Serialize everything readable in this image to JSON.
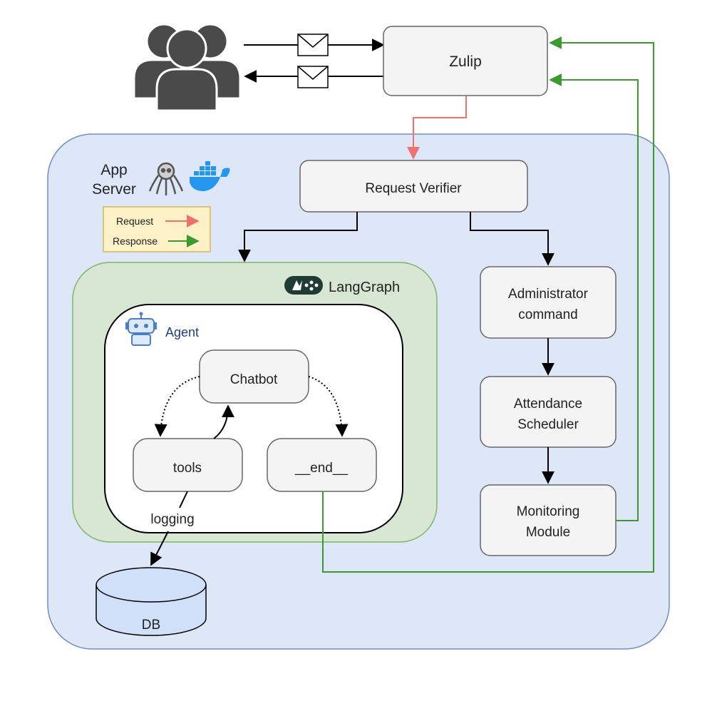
{
  "external": {
    "zulip": "Zulip"
  },
  "app_server": {
    "title_line1": "App",
    "title_line2": "Server"
  },
  "legend": {
    "request_label": "Request",
    "response_label": "Response",
    "request_color": "#f07070",
    "response_color": "#3a9a2e"
  },
  "nodes": {
    "request_verifier": "Request Verifier",
    "administrator_command_line1": "Administrator",
    "administrator_command_line2": "command",
    "attendance_scheduler_line1": "Attendance",
    "attendance_scheduler_line2": "Scheduler",
    "monitoring_module_line1": "Monitoring",
    "monitoring_module_line2": "Module"
  },
  "langgraph": {
    "title": "LangGraph",
    "agent_label": "Agent",
    "chatbot": "Chatbot",
    "tools": "tools",
    "end": "__end__"
  },
  "storage": {
    "edge_label": "logging",
    "db": "DB"
  },
  "colors": {
    "app_server_fill": "#dde7f8",
    "app_server_stroke": "#6f8fc4",
    "langgraph_fill": "#d8e7d3",
    "langgraph_stroke": "#82b366",
    "node_fill": "#f4f4f4",
    "node_stroke": "#666666",
    "db_fill": "#cfe0f8",
    "legend_fill": "#fdf1c8",
    "legend_stroke": "#d6b656",
    "users_fill": "#4a4a4a"
  }
}
